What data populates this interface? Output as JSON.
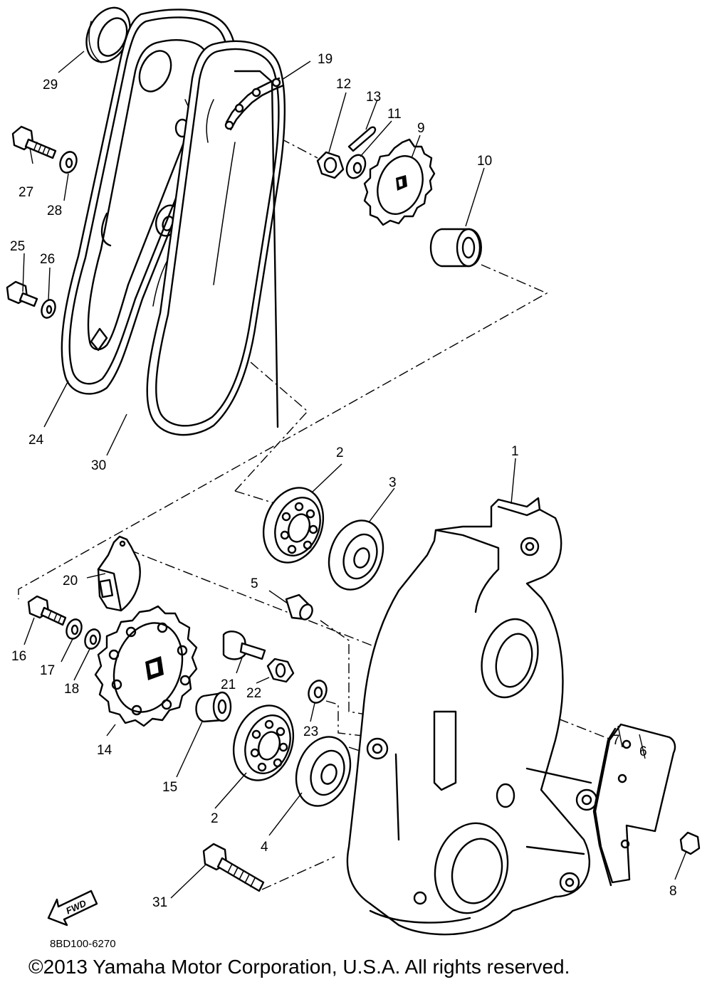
{
  "diagram": {
    "part_code": "8BD100-6270",
    "copyright": "©2013 Yamaha Motor Corporation, U.S.A. All rights reserved.",
    "fwd_label": "FWD",
    "callouts": {
      "c1": "1",
      "c2a": "2",
      "c2b": "2",
      "c3": "3",
      "c4": "4",
      "c5": "5",
      "c6": "6",
      "c7": "7",
      "c8": "8",
      "c9": "9",
      "c10": "10",
      "c11": "11",
      "c12": "12",
      "c13": "13",
      "c14": "14",
      "c15": "15",
      "c16": "16",
      "c17": "17",
      "c18": "18",
      "c19": "19",
      "c20": "20",
      "c21": "21",
      "c22": "22",
      "c23": "23",
      "c24": "24",
      "c25": "25",
      "c26": "26",
      "c27": "27",
      "c28": "28",
      "c29": "29",
      "c30": "30",
      "c31": "31"
    }
  }
}
